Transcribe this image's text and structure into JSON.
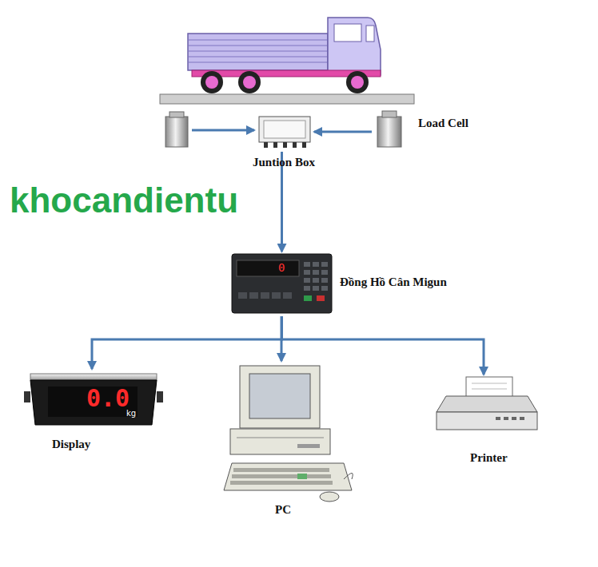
{
  "diagram": {
    "nodes": [
      {
        "text": [
          "Load Cell"
        ]
      },
      {
        "text": [
          "Juntion Box"
        ]
      },
      {
        "text": [
          "Đồng Hồ Cân Migun"
        ]
      },
      {
        "text": [
          "Display"
        ]
      },
      {
        "text": [
          "PC"
        ]
      },
      {
        "text": [
          "Printer"
        ]
      }
    ],
    "edges": [
      {
        "from": 0,
        "to": 1,
        "arrow": "to"
      },
      {
        "from": 1,
        "to": 2,
        "arrow": "to"
      },
      {
        "from": 2,
        "to": 3,
        "arrow": "to"
      },
      {
        "from": 2,
        "to": 4,
        "arrow": "to"
      },
      {
        "from": 2,
        "to": 5,
        "arrow": "to"
      }
    ],
    "labels": [
      "khocandientu",
      "0",
      "0.0",
      "kg"
    ]
  }
}
